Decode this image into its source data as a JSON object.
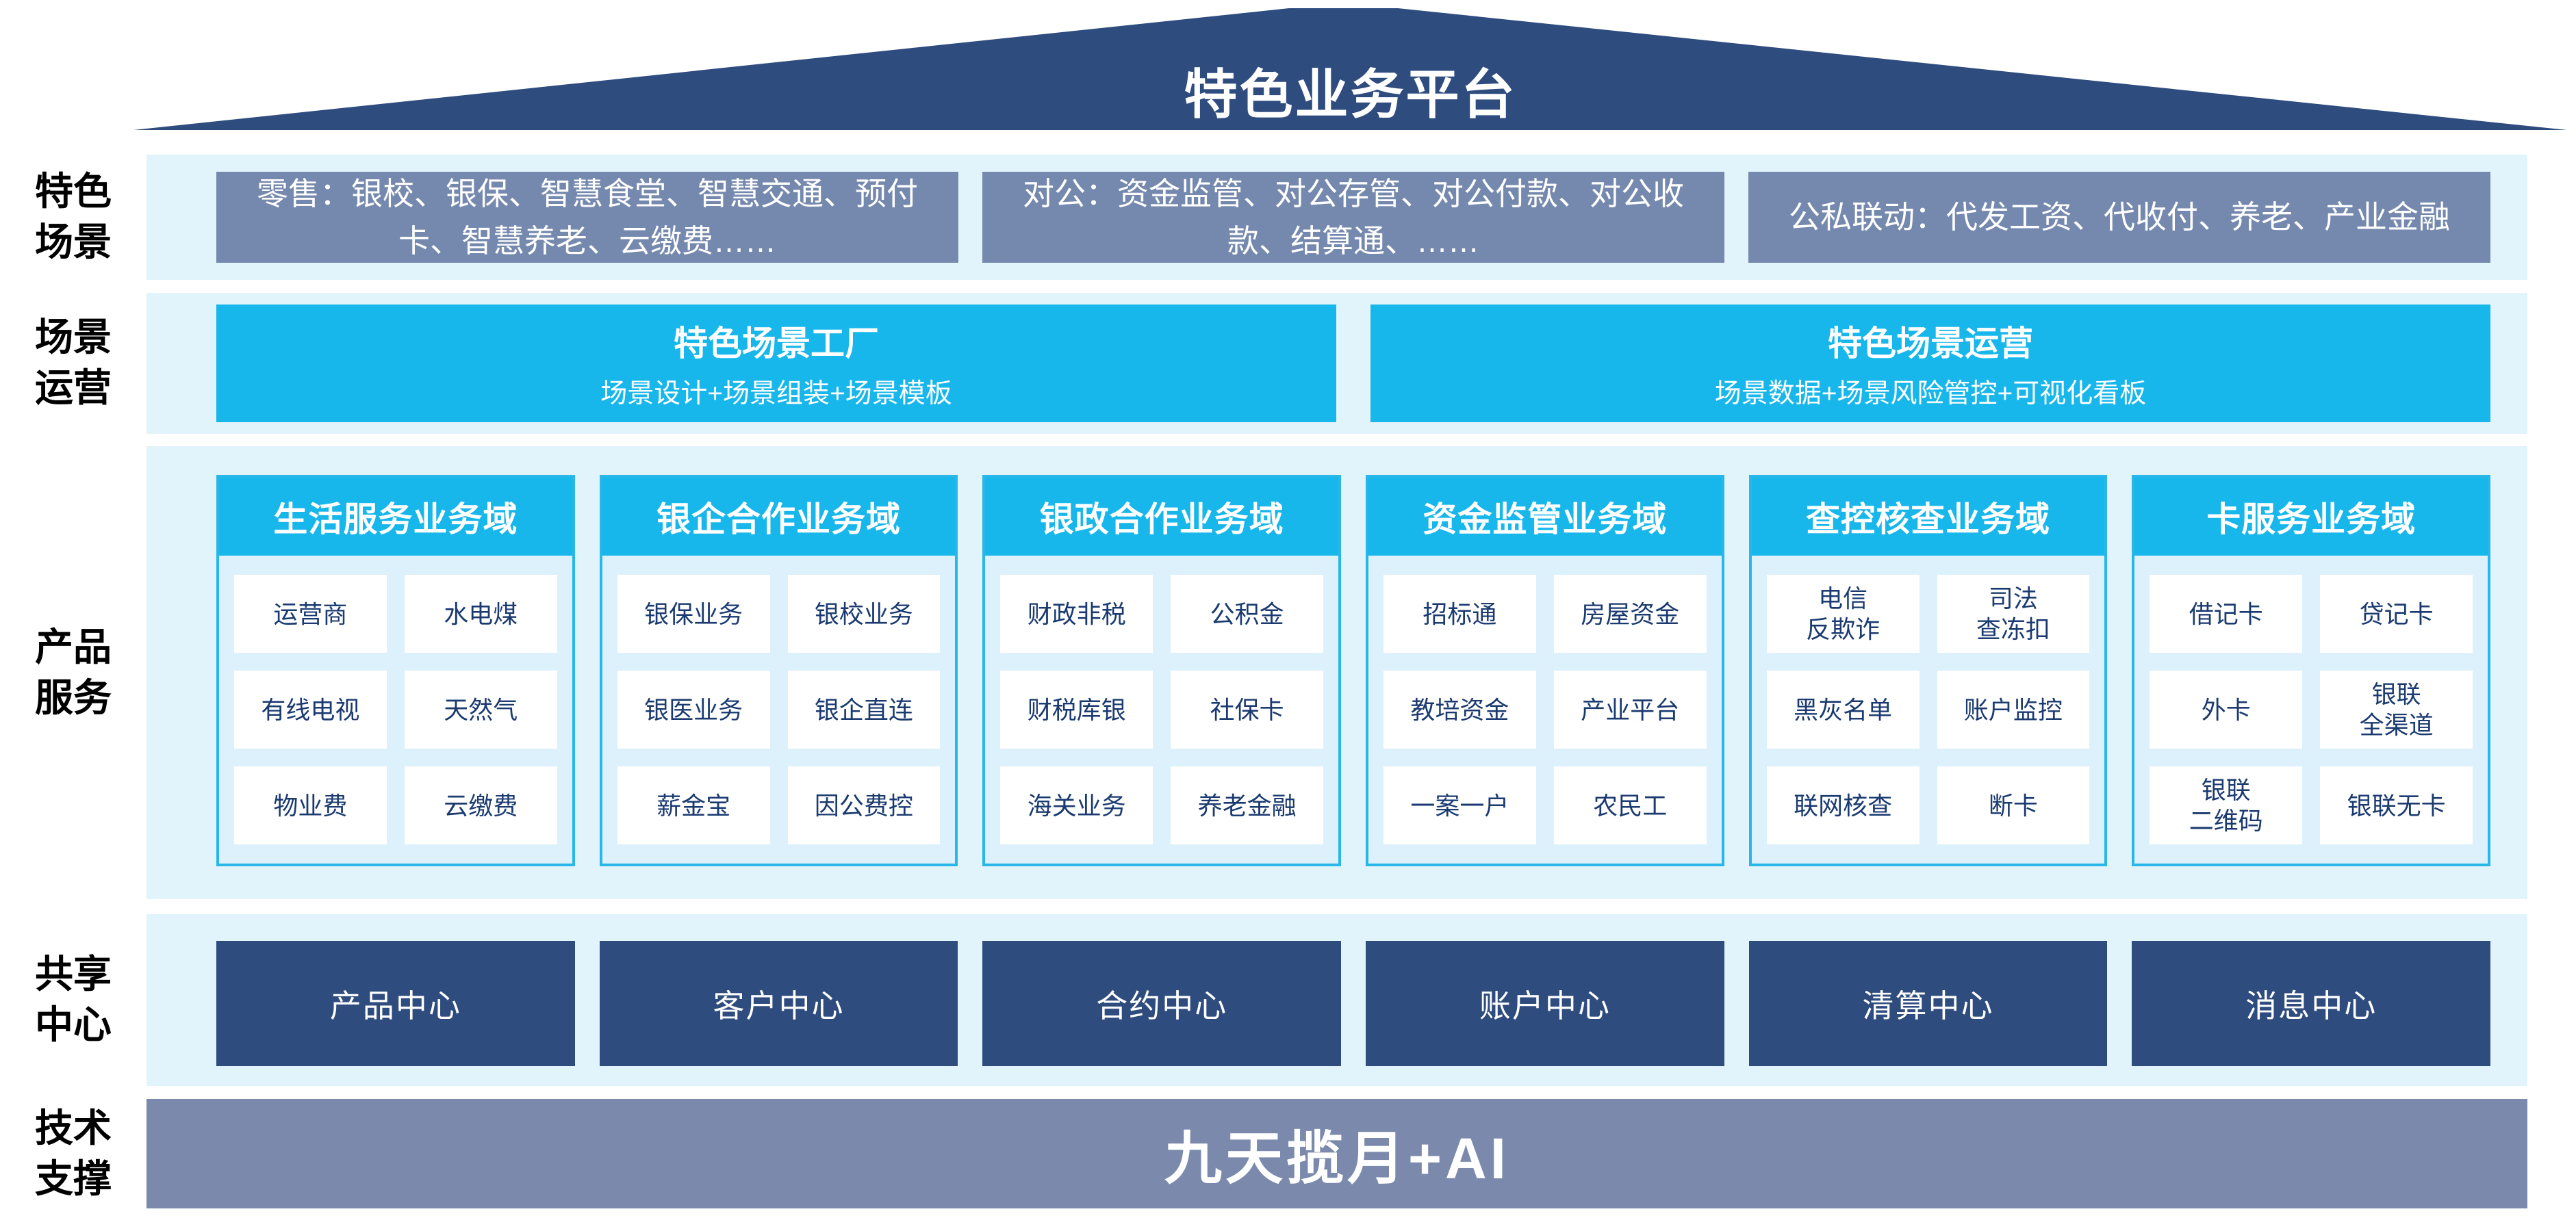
{
  "roof": {
    "title": "特色业务平台"
  },
  "side_labels": [
    "特色\n场景",
    "场景\n运营",
    "产品\n服务",
    "共享\n中心",
    "技术\n支撑"
  ],
  "scene_row": {
    "boxes": [
      "零售：银校、银保、智慧食堂、智慧交通、预付卡、智慧养老、云缴费……",
      "对公：资金监管、对公存管、对公付款、对公收款、结算通、……",
      "公私联动：代发工资、代收付、养老、产业金融"
    ]
  },
  "operation_row": {
    "boxes": [
      {
        "title": "特色场景工厂",
        "subtitle": "场景设计+场景组装+场景模板"
      },
      {
        "title": "特色场景运营",
        "subtitle": "场景数据+场景风险管控+可视化看板"
      }
    ]
  },
  "product_row": {
    "cards": [
      {
        "title": "生活服务业务域",
        "cells": [
          "运营商",
          "水电煤",
          "有线电视",
          "天然气",
          "物业费",
          "云缴费"
        ]
      },
      {
        "title": "银企合作业务域",
        "cells": [
          "银保业务",
          "银校业务",
          "银医业务",
          "银企直连",
          "薪金宝",
          "因公费控"
        ]
      },
      {
        "title": "银政合作业务域",
        "cells": [
          "财政非税",
          "公积金",
          "财税库银",
          "社保卡",
          "海关业务",
          "养老金融"
        ]
      },
      {
        "title": "资金监管业务域",
        "cells": [
          "招标通",
          "房屋资金",
          "教培资金",
          "产业平台",
          "一案一户",
          "农民工"
        ]
      },
      {
        "title": "查控核查业务域",
        "cells": [
          "电信\n反欺诈",
          "司法\n查冻扣",
          "黑灰名单",
          "账户监控",
          "联网核查",
          "断卡"
        ]
      },
      {
        "title": "卡服务业务域",
        "cells": [
          "借记卡",
          "贷记卡",
          "外卡",
          "银联\n全渠道",
          "银联\n二维码",
          "银联无卡"
        ]
      }
    ]
  },
  "share_row": {
    "boxes": [
      "产品中心",
      "客户中心",
      "合约中心",
      "账户中心",
      "清算中心",
      "消息中心"
    ]
  },
  "tech_row": {
    "label": "九天揽月+AI"
  },
  "colors": {
    "navy": "#2F4C7F",
    "slate_box": "#7589AE",
    "slate_bar": "#7B8AAC",
    "cyan": "#17B6EB",
    "band_background": "#E1F4FC",
    "card_body_background": "#DCF1FB",
    "card_border": "#29B7E9",
    "cell_text": "#1A3A70"
  }
}
